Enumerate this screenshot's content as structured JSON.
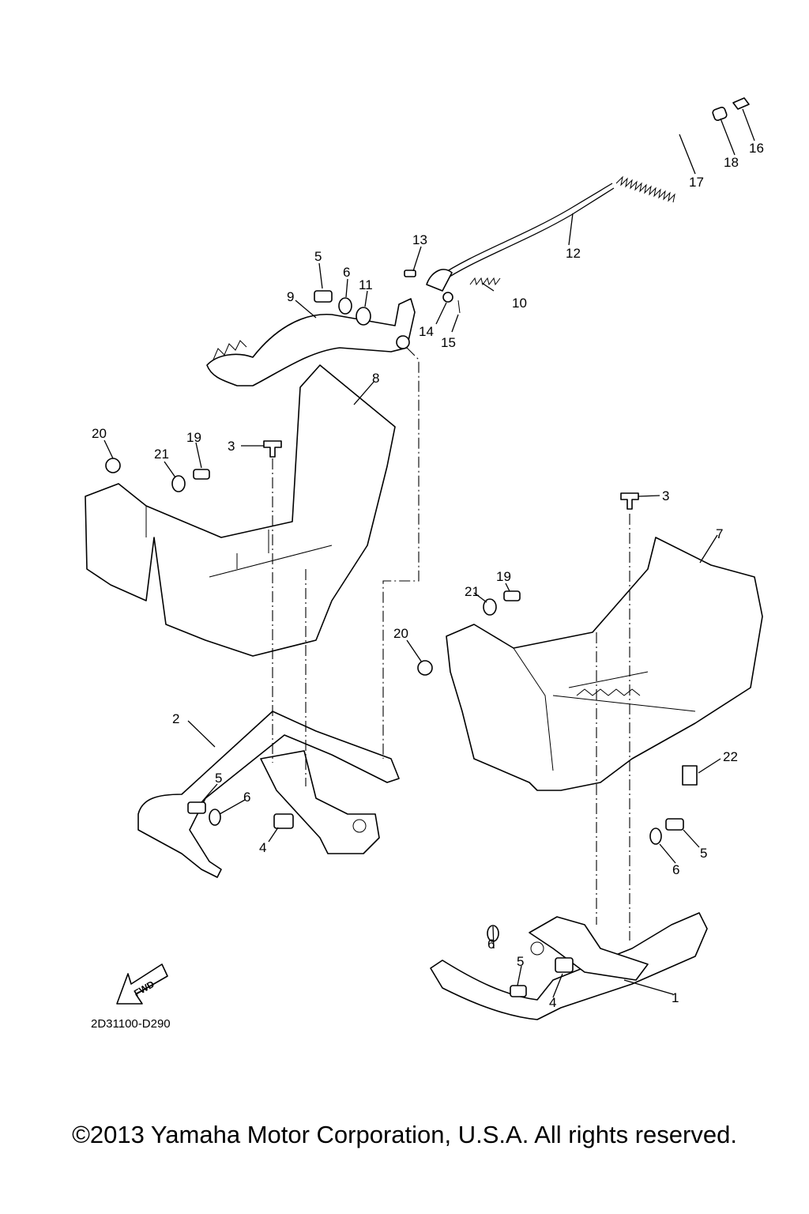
{
  "diagram": {
    "code": "2D31100-D290",
    "fwd_label": "FWD",
    "callouts": [
      {
        "id": "c1",
        "text": "1"
      },
      {
        "id": "c2",
        "text": "2"
      },
      {
        "id": "c3a",
        "text": "3"
      },
      {
        "id": "c3b",
        "text": "3"
      },
      {
        "id": "c4a",
        "text": "4"
      },
      {
        "id": "c4b",
        "text": "4"
      },
      {
        "id": "c5a",
        "text": "5"
      },
      {
        "id": "c5b",
        "text": "5"
      },
      {
        "id": "c5c",
        "text": "5"
      },
      {
        "id": "c5d",
        "text": "5"
      },
      {
        "id": "c6a",
        "text": "6"
      },
      {
        "id": "c6b",
        "text": "6"
      },
      {
        "id": "c6c",
        "text": "6"
      },
      {
        "id": "c6d",
        "text": "6"
      },
      {
        "id": "c7",
        "text": "7"
      },
      {
        "id": "c8",
        "text": "8"
      },
      {
        "id": "c9",
        "text": "9"
      },
      {
        "id": "c10",
        "text": "10"
      },
      {
        "id": "c11",
        "text": "11"
      },
      {
        "id": "c12",
        "text": "12"
      },
      {
        "id": "c13",
        "text": "13"
      },
      {
        "id": "c14",
        "text": "14"
      },
      {
        "id": "c15",
        "text": "15"
      },
      {
        "id": "c16",
        "text": "16"
      },
      {
        "id": "c17",
        "text": "17"
      },
      {
        "id": "c18",
        "text": "18"
      },
      {
        "id": "c19a",
        "text": "19"
      },
      {
        "id": "c19b",
        "text": "19"
      },
      {
        "id": "c20a",
        "text": "20"
      },
      {
        "id": "c20b",
        "text": "20"
      },
      {
        "id": "c21a",
        "text": "21"
      },
      {
        "id": "c21b",
        "text": "21"
      },
      {
        "id": "c22",
        "text": "22"
      }
    ]
  },
  "footer": {
    "copyright": "©2013 Yamaha Motor Corporation, U.S.A. All rights reserved."
  }
}
